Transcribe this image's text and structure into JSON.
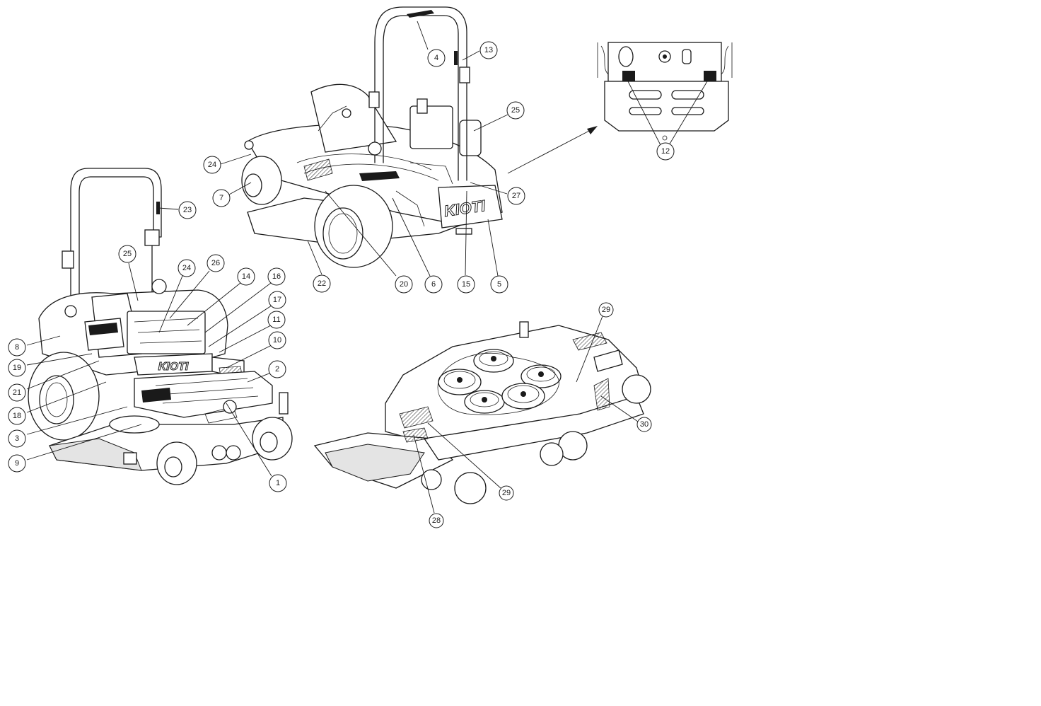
{
  "diagram": {
    "brand_mark": "KIOTI",
    "callouts": [
      {
        "id": "c4",
        "label": "4"
      },
      {
        "id": "c13",
        "label": "13"
      },
      {
        "id": "c25a",
        "label": "25"
      },
      {
        "id": "c24a",
        "label": "24"
      },
      {
        "id": "c7",
        "label": "7"
      },
      {
        "id": "c27",
        "label": "27"
      },
      {
        "id": "c22",
        "label": "22"
      },
      {
        "id": "c20",
        "label": "20"
      },
      {
        "id": "c6",
        "label": "6"
      },
      {
        "id": "c15",
        "label": "15"
      },
      {
        "id": "c5",
        "label": "5"
      },
      {
        "id": "c12",
        "label": "12"
      },
      {
        "id": "c23",
        "label": "23"
      },
      {
        "id": "c25b",
        "label": "25"
      },
      {
        "id": "c24b",
        "label": "24"
      },
      {
        "id": "c26",
        "label": "26"
      },
      {
        "id": "c14",
        "label": "14"
      },
      {
        "id": "c16",
        "label": "16"
      },
      {
        "id": "c17",
        "label": "17"
      },
      {
        "id": "c11",
        "label": "11"
      },
      {
        "id": "c10",
        "label": "10"
      },
      {
        "id": "c2",
        "label": "2"
      },
      {
        "id": "c8",
        "label": "8"
      },
      {
        "id": "c19",
        "label": "19"
      },
      {
        "id": "c21",
        "label": "21"
      },
      {
        "id": "c18",
        "label": "18"
      },
      {
        "id": "c3",
        "label": "3"
      },
      {
        "id": "c9",
        "label": "9"
      },
      {
        "id": "c1",
        "label": "1"
      },
      {
        "id": "c29a",
        "label": "29"
      },
      {
        "id": "c30",
        "label": "30"
      },
      {
        "id": "c29b",
        "label": "29"
      },
      {
        "id": "c28",
        "label": "28"
      }
    ]
  }
}
